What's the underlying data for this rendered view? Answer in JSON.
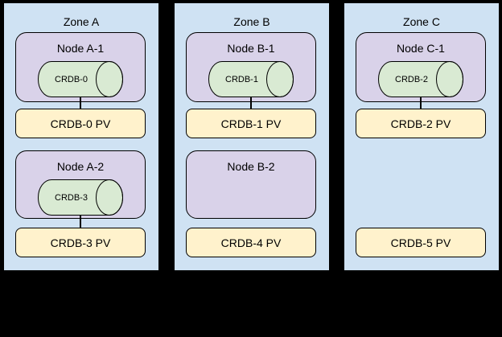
{
  "colors": {
    "background": "#000000",
    "zone_fill": "#CFE2F3",
    "node_fill": "#D9D2E9",
    "cylinder_fill": "#D9EAD3",
    "pv_fill": "#FFF2CC",
    "border": "#000000"
  },
  "zones": [
    {
      "label": "Zone A",
      "rows": [
        {
          "node": {
            "label": "Node A-1",
            "cylinder": "CRDB-0"
          },
          "connected": true,
          "pv": "CRDB-0 PV"
        },
        {
          "node": {
            "label": "Node A-2",
            "cylinder": "CRDB-3"
          },
          "connected": true,
          "pv": "CRDB-3 PV"
        }
      ]
    },
    {
      "label": "Zone B",
      "rows": [
        {
          "node": {
            "label": "Node B-1",
            "cylinder": "CRDB-1"
          },
          "connected": true,
          "pv": "CRDB-1 PV"
        },
        {
          "node": {
            "label": "Node B-2",
            "cylinder": null
          },
          "connected": false,
          "pv": "CRDB-4 PV"
        }
      ]
    },
    {
      "label": "Zone C",
      "rows": [
        {
          "node": {
            "label": "Node C-1",
            "cylinder": "CRDB-2"
          },
          "connected": true,
          "pv": "CRDB-2 PV"
        },
        {
          "node": null,
          "connected": false,
          "pv": "CRDB-5 PV"
        }
      ]
    }
  ]
}
